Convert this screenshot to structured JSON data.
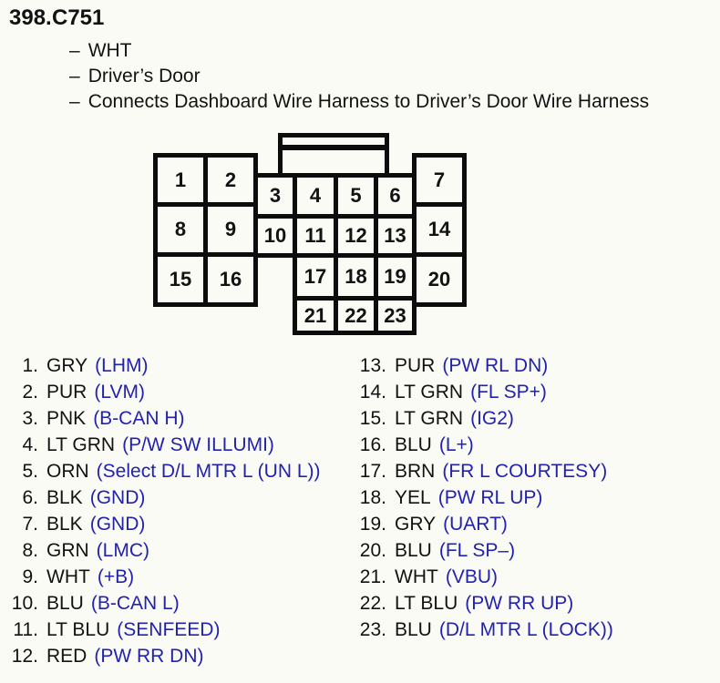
{
  "title": {
    "number": "398.",
    "connector": "C751"
  },
  "details": [
    {
      "dash": "–",
      "text": "WHT"
    },
    {
      "dash": "–",
      "text": "Driver’s Door"
    },
    {
      "dash": "–",
      "text": "Connects Dashboard Wire Harness to Driver’s Door Wire Harness"
    }
  ],
  "colors": {
    "signal_blue": "#2222ae",
    "ink": "#121212",
    "background": "#fbfbf6"
  },
  "connector": {
    "description": "23-pin connector face view with top latch tab",
    "cells": [
      {
        "id": 1,
        "label": "1"
      },
      {
        "id": 2,
        "label": "2"
      },
      {
        "id": 3,
        "label": "3"
      },
      {
        "id": 4,
        "label": "4"
      },
      {
        "id": 5,
        "label": "5"
      },
      {
        "id": 6,
        "label": "6"
      },
      {
        "id": 7,
        "label": "7"
      },
      {
        "id": 8,
        "label": "8"
      },
      {
        "id": 9,
        "label": "9"
      },
      {
        "id": 10,
        "label": "10"
      },
      {
        "id": 11,
        "label": "11"
      },
      {
        "id": 12,
        "label": "12"
      },
      {
        "id": 13,
        "label": "13"
      },
      {
        "id": 14,
        "label": "14"
      },
      {
        "id": 15,
        "label": "15"
      },
      {
        "id": 16,
        "label": "16"
      },
      {
        "id": 17,
        "label": "17"
      },
      {
        "id": 18,
        "label": "18"
      },
      {
        "id": 19,
        "label": "19"
      },
      {
        "id": 20,
        "label": "20"
      },
      {
        "id": 21,
        "label": "21"
      },
      {
        "id": 22,
        "label": "22"
      },
      {
        "id": 23,
        "label": "23"
      }
    ]
  },
  "pins": {
    "left": [
      {
        "num": "1.",
        "color": "GRY",
        "signal": "(LHM)"
      },
      {
        "num": "2.",
        "color": "PUR",
        "signal": "(LVM)"
      },
      {
        "num": "3.",
        "color": "PNK",
        "signal": "(B-CAN H)"
      },
      {
        "num": "4.",
        "color": "LT GRN",
        "signal": "(P/W SW ILLUMI)"
      },
      {
        "num": "5.",
        "color": "ORN",
        "signal": "(Select D/L MTR L (UN L))"
      },
      {
        "num": "6.",
        "color": "BLK",
        "signal": "(GND)"
      },
      {
        "num": "7.",
        "color": "BLK",
        "signal": "(GND)"
      },
      {
        "num": "8.",
        "color": "GRN",
        "signal": "(LMC)"
      },
      {
        "num": "9.",
        "color": "WHT",
        "signal": "(+B)"
      },
      {
        "num": "10.",
        "color": "BLU",
        "signal": "(B-CAN L)"
      },
      {
        "num": "11.",
        "color": "LT BLU",
        "signal": "(SENFEED)"
      },
      {
        "num": "12.",
        "color": "RED",
        "signal": "(PW RR DN)"
      }
    ],
    "right": [
      {
        "num": "13.",
        "color": "PUR",
        "signal": "(PW RL DN)"
      },
      {
        "num": "14.",
        "color": "LT GRN",
        "signal": "(FL SP+)"
      },
      {
        "num": "15.",
        "color": "LT GRN",
        "signal": "(IG2)"
      },
      {
        "num": "16.",
        "color": "BLU",
        "signal": "(L+)"
      },
      {
        "num": "17.",
        "color": "BRN",
        "signal": "(FR L COURTESY)"
      },
      {
        "num": "18.",
        "color": "YEL",
        "signal": "(PW RL UP)"
      },
      {
        "num": "19.",
        "color": "GRY",
        "signal": "(UART)"
      },
      {
        "num": "20.",
        "color": "BLU",
        "signal": "(FL SP–)"
      },
      {
        "num": "21.",
        "color": "WHT",
        "signal": "(VBU)"
      },
      {
        "num": "22.",
        "color": "LT BLU",
        "signal": "(PW RR UP)"
      },
      {
        "num": "23.",
        "color": "BLU",
        "signal": "(D/L MTR L (LOCK))"
      }
    ]
  }
}
